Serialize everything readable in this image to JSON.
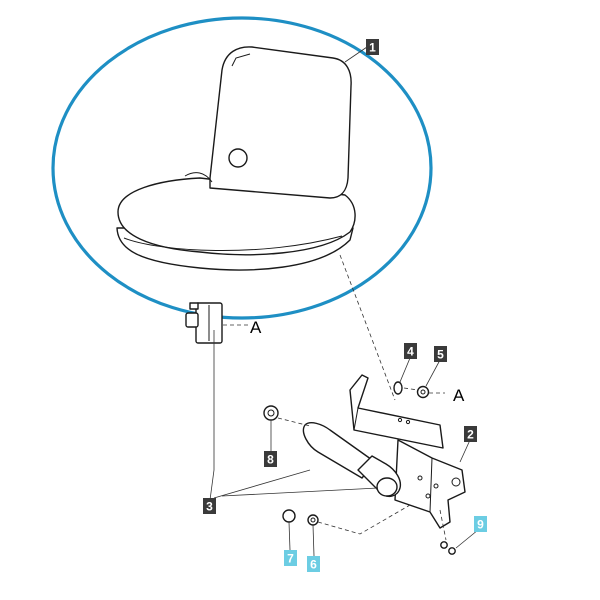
{
  "colors": {
    "highlight_ellipse": "#1e8fc4",
    "callout_dark": "#3a3a3a",
    "callout_dark_text": "#ffffff",
    "callout_light": "#6ccde3",
    "callout_light_text": "#ffffff",
    "line_art": "#1a1a1a"
  },
  "callouts": [
    {
      "id": "1",
      "label": "1",
      "style": "dark"
    },
    {
      "id": "2",
      "label": "2",
      "style": "dark"
    },
    {
      "id": "3",
      "label": "3",
      "style": "dark"
    },
    {
      "id": "4",
      "label": "4",
      "style": "dark"
    },
    {
      "id": "5",
      "label": "5",
      "style": "dark"
    },
    {
      "id": "6",
      "label": "6",
      "style": "light"
    },
    {
      "id": "7",
      "label": "7",
      "style": "light"
    },
    {
      "id": "8",
      "label": "8",
      "style": "dark"
    },
    {
      "id": "9",
      "label": "9",
      "style": "light"
    }
  ],
  "reference_letters": [
    {
      "id": "A-left",
      "label": "A"
    },
    {
      "id": "A-right",
      "label": "A"
    }
  ],
  "parts": [
    {
      "id": "seat",
      "icon": "seat-icon"
    },
    {
      "id": "hinge-bracket",
      "icon": "hinge-bracket-icon"
    },
    {
      "id": "seat-bracket",
      "icon": "seat-bracket-icon"
    },
    {
      "id": "mount-plate",
      "icon": "mount-plate-icon"
    },
    {
      "id": "gas-strut",
      "icon": "gas-strut-icon"
    },
    {
      "id": "cap-8",
      "icon": "cap-icon"
    },
    {
      "id": "washer-4",
      "icon": "washer-icon"
    },
    {
      "id": "nut-5",
      "icon": "nut-icon"
    },
    {
      "id": "cap-7",
      "icon": "cap-icon"
    },
    {
      "id": "nut-6",
      "icon": "nut-icon"
    },
    {
      "id": "nuts-9",
      "icon": "small-nut-icon"
    }
  ]
}
